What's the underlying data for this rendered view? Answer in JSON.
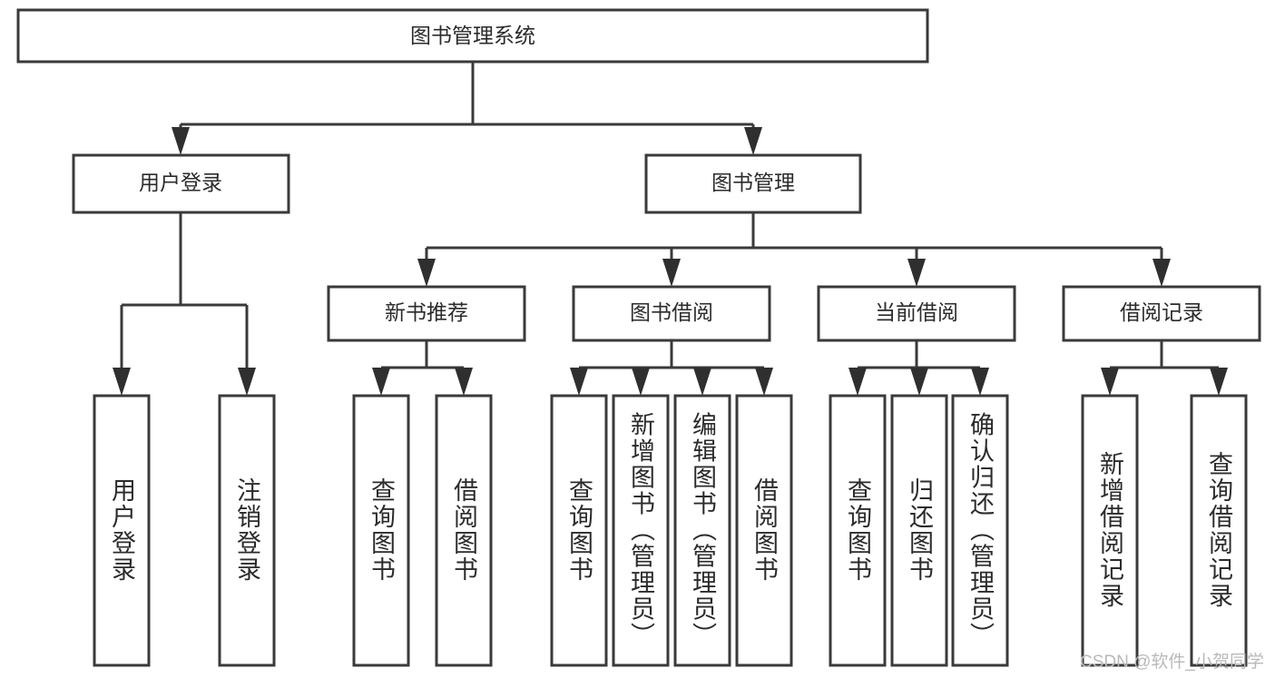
{
  "diagram": {
    "type": "tree-hierarchy-chart",
    "title": "图书管理系统",
    "colors": {
      "box_stroke": "#3a3a3a",
      "box_fill": "#ffffff",
      "connector": "#3a3a3a",
      "text": "#2b2b2b",
      "watermark": "#b9b9b9",
      "background": "#ffffff"
    },
    "root": {
      "label": "图书管理系统",
      "orientation": "horizontal"
    },
    "level2": [
      {
        "label": "用户登录",
        "orientation": "horizontal"
      },
      {
        "label": "图书管理",
        "orientation": "horizontal"
      }
    ],
    "level3": [
      {
        "label": "新书推荐",
        "orientation": "horizontal"
      },
      {
        "label": "图书借阅",
        "orientation": "horizontal"
      },
      {
        "label": "当前借阅",
        "orientation": "horizontal"
      },
      {
        "label": "借阅记录",
        "orientation": "horizontal"
      }
    ],
    "leaves": {
      "user_login": [
        {
          "label": "用户登录",
          "orientation": "vertical"
        },
        {
          "label": "注销登录",
          "orientation": "vertical"
        }
      ],
      "new_book_recommend": [
        {
          "label": "查询图书",
          "orientation": "vertical"
        },
        {
          "label": "借阅图书",
          "orientation": "vertical"
        }
      ],
      "book_borrow": [
        {
          "label": "查询图书",
          "orientation": "vertical"
        },
        {
          "label": "新增图书（管理员）",
          "orientation": "vertical"
        },
        {
          "label": "编辑图书（管理员）",
          "orientation": "vertical"
        },
        {
          "label": "借阅图书",
          "orientation": "vertical"
        }
      ],
      "current_borrow": [
        {
          "label": "查询图书",
          "orientation": "vertical"
        },
        {
          "label": "归还图书",
          "orientation": "vertical"
        },
        {
          "label": "确认归还（管理员）",
          "orientation": "vertical"
        }
      ],
      "borrow_record": [
        {
          "label": "新增借阅记录",
          "orientation": "vertical"
        },
        {
          "label": "查询借阅记录",
          "orientation": "vertical"
        }
      ]
    },
    "watermark": "CSDN @软件_小贺同学"
  }
}
